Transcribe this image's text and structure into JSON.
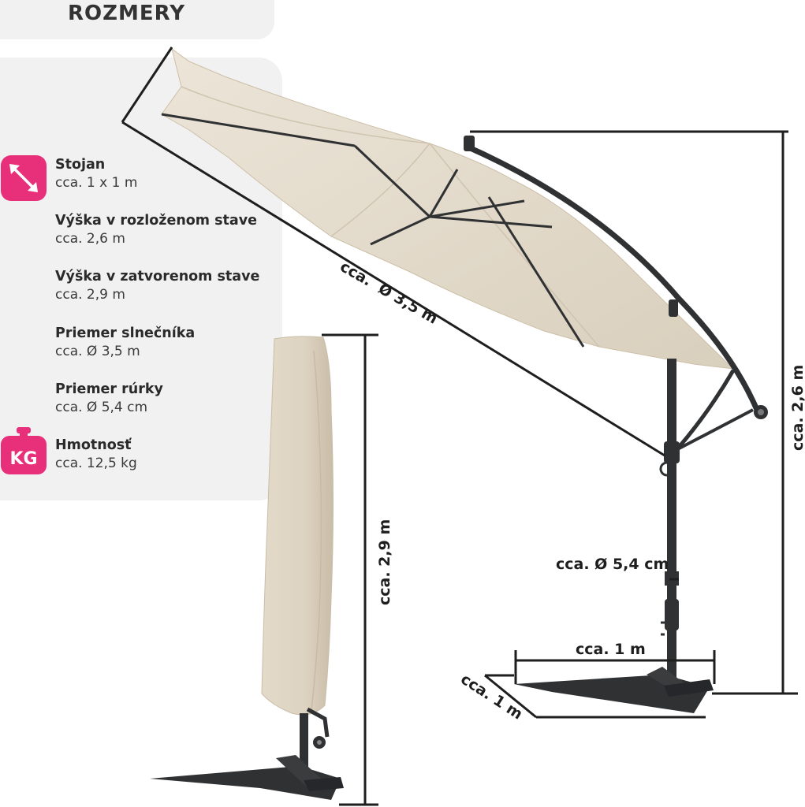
{
  "title": "ROZMERY",
  "specs": [
    {
      "label": "Stojan",
      "value": "cca. 1 x 1 m",
      "icon": "diagonal-arrow-icon"
    },
    {
      "label": "Výška v rozloženom stave",
      "value": "cca. 2,6 m"
    },
    {
      "label": "Výška v zatvorenom stave",
      "value": "cca. 2,9 m"
    },
    {
      "label": "Priemer slnečníka",
      "value": "cca. Ø 3,5 m"
    },
    {
      "label": "Priemer rúrky",
      "value": "cca. Ø 5,4 cm"
    },
    {
      "label": "Hmotnosť",
      "value": "cca. 12,5 kg",
      "icon": "weight-kg-icon"
    }
  ],
  "weight_icon_text": "KG",
  "dimensions": {
    "canopy_diameter_prefix": "cca.",
    "canopy_diameter_value": "Ø 3,5 m",
    "open_height": "cca. 2,6 m",
    "closed_height": "cca. 2,9 m",
    "pole_diameter": "cca. Ø 5,4 cm",
    "base_width": "cca. 1 m",
    "base_depth": "cca. 1 m"
  },
  "colors": {
    "accent": "#e8307a",
    "canopy": "#e6ddcd",
    "frame": "#2f3133",
    "panel": "#f1f1f1"
  }
}
